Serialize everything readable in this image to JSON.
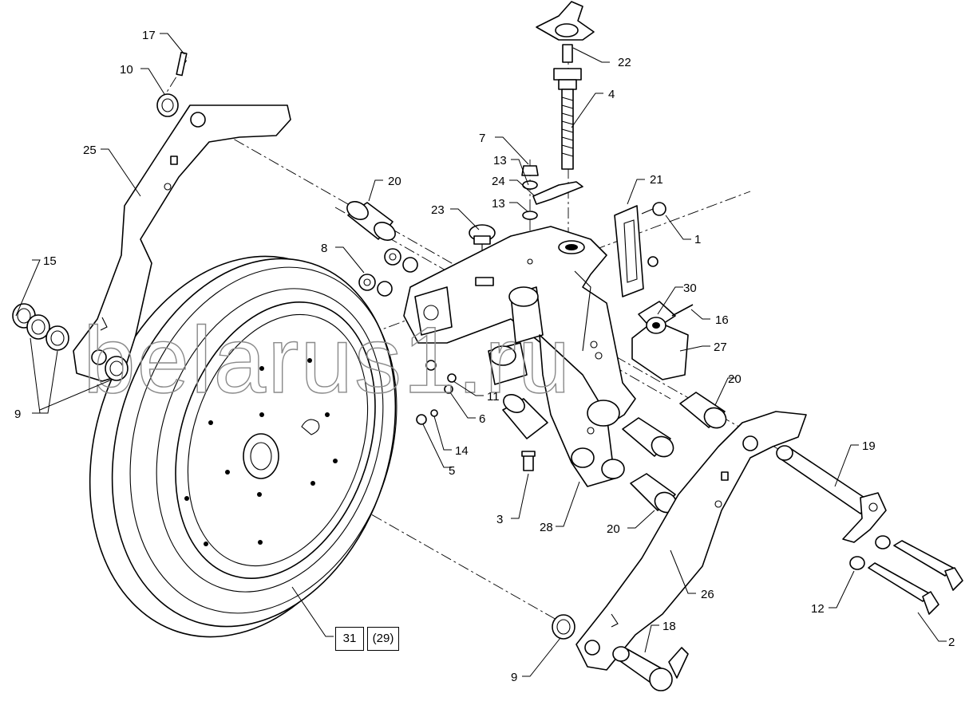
{
  "diagram": {
    "watermark": "belarus1.ru",
    "callouts": [
      {
        "id": "c17",
        "label": "17"
      },
      {
        "id": "c10",
        "label": "10"
      },
      {
        "id": "c25",
        "label": "25"
      },
      {
        "id": "c15",
        "label": "15"
      },
      {
        "id": "c9a",
        "label": "9"
      },
      {
        "id": "c22",
        "label": "22"
      },
      {
        "id": "c4",
        "label": "4"
      },
      {
        "id": "c7",
        "label": "7"
      },
      {
        "id": "c13a",
        "label": "13"
      },
      {
        "id": "c24",
        "label": "24"
      },
      {
        "id": "c13b",
        "label": "13"
      },
      {
        "id": "c20a",
        "label": "20"
      },
      {
        "id": "c23",
        "label": "23"
      },
      {
        "id": "c21",
        "label": "21"
      },
      {
        "id": "c1",
        "label": "1"
      },
      {
        "id": "c8",
        "label": "8"
      },
      {
        "id": "c30",
        "label": "30"
      },
      {
        "id": "c16",
        "label": "16"
      },
      {
        "id": "c27",
        "label": "27"
      },
      {
        "id": "c20b",
        "label": "20"
      },
      {
        "id": "c11",
        "label": "11"
      },
      {
        "id": "c6",
        "label": "6"
      },
      {
        "id": "c14",
        "label": "14"
      },
      {
        "id": "c5",
        "label": "5"
      },
      {
        "id": "c19",
        "label": "19"
      },
      {
        "id": "c3",
        "label": "3"
      },
      {
        "id": "c28",
        "label": "28"
      },
      {
        "id": "c20c",
        "label": "20"
      },
      {
        "id": "c26",
        "label": "26"
      },
      {
        "id": "c12",
        "label": "12"
      },
      {
        "id": "c2",
        "label": "2"
      },
      {
        "id": "c18",
        "label": "18"
      },
      {
        "id": "c9b",
        "label": "9"
      }
    ],
    "boxed_labels": [
      {
        "id": "b31",
        "label": "31"
      },
      {
        "id": "b29",
        "label": "(29)"
      }
    ]
  }
}
